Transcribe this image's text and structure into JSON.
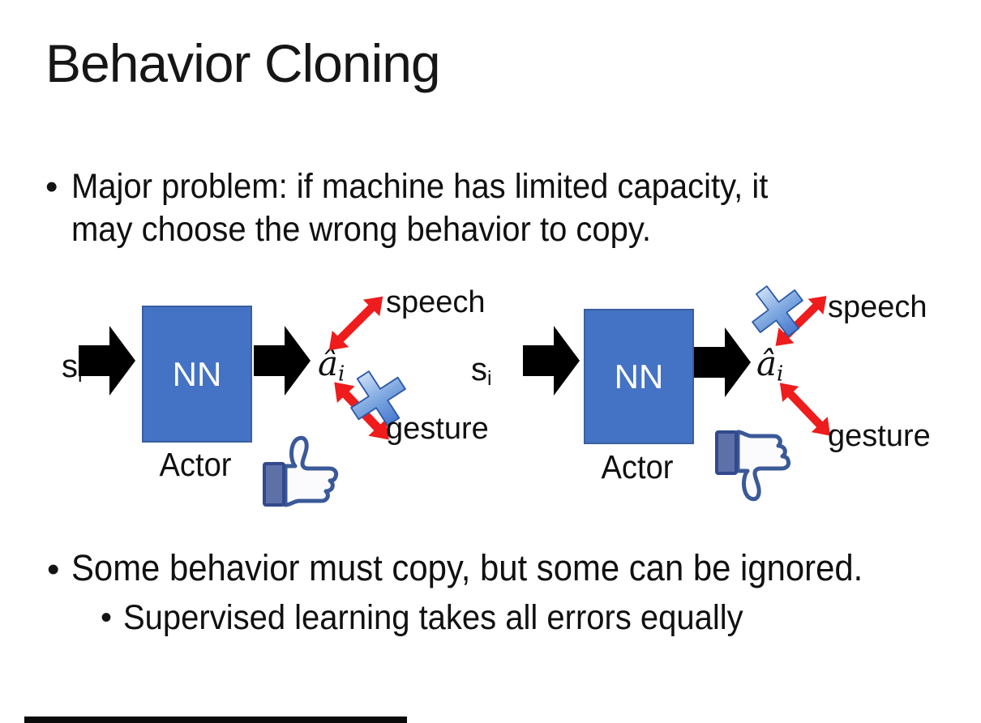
{
  "slide": {
    "title": "Behavior Cloning",
    "bullet_char": "•",
    "bullets": {
      "major_problem_line1": "Major problem: if machine has limited capacity, it",
      "major_problem_line2": "may choose the wrong behavior to copy.",
      "some_behavior": "Some behavior must copy, but some can be ignored.",
      "supervised": "Supervised learning takes all errors equally"
    },
    "diagram_left": {
      "input": {
        "base": "s",
        "sub": "i"
      },
      "nn_label": "NN",
      "actor_label": "Actor",
      "output": {
        "base": "â",
        "sub": "i"
      },
      "branches": [
        {
          "label": "speech",
          "crossed_out": false
        },
        {
          "label": "gesture",
          "crossed_out": true
        }
      ],
      "feedback_icon": "thumbs-up"
    },
    "diagram_right": {
      "input": {
        "base": "s",
        "sub": "i"
      },
      "nn_label": "NN",
      "actor_label": "Actor",
      "output": {
        "base": "â",
        "sub": "i"
      },
      "branches": [
        {
          "label": "speech",
          "crossed_out": true
        },
        {
          "label": "gesture",
          "crossed_out": false
        }
      ],
      "feedback_icon": "thumbs-down"
    },
    "colors": {
      "nn_fill": "#4472C4",
      "nn_border": "#3A5F9E",
      "arrow_black": "#000000",
      "arrow_red": "#EE1C1C",
      "cross_blue": "#4A7CD6",
      "thumb_navy": "#3B5998",
      "thumb_cuff": "#5E70A8",
      "bottom_bar": "#0A0A0A"
    }
  }
}
